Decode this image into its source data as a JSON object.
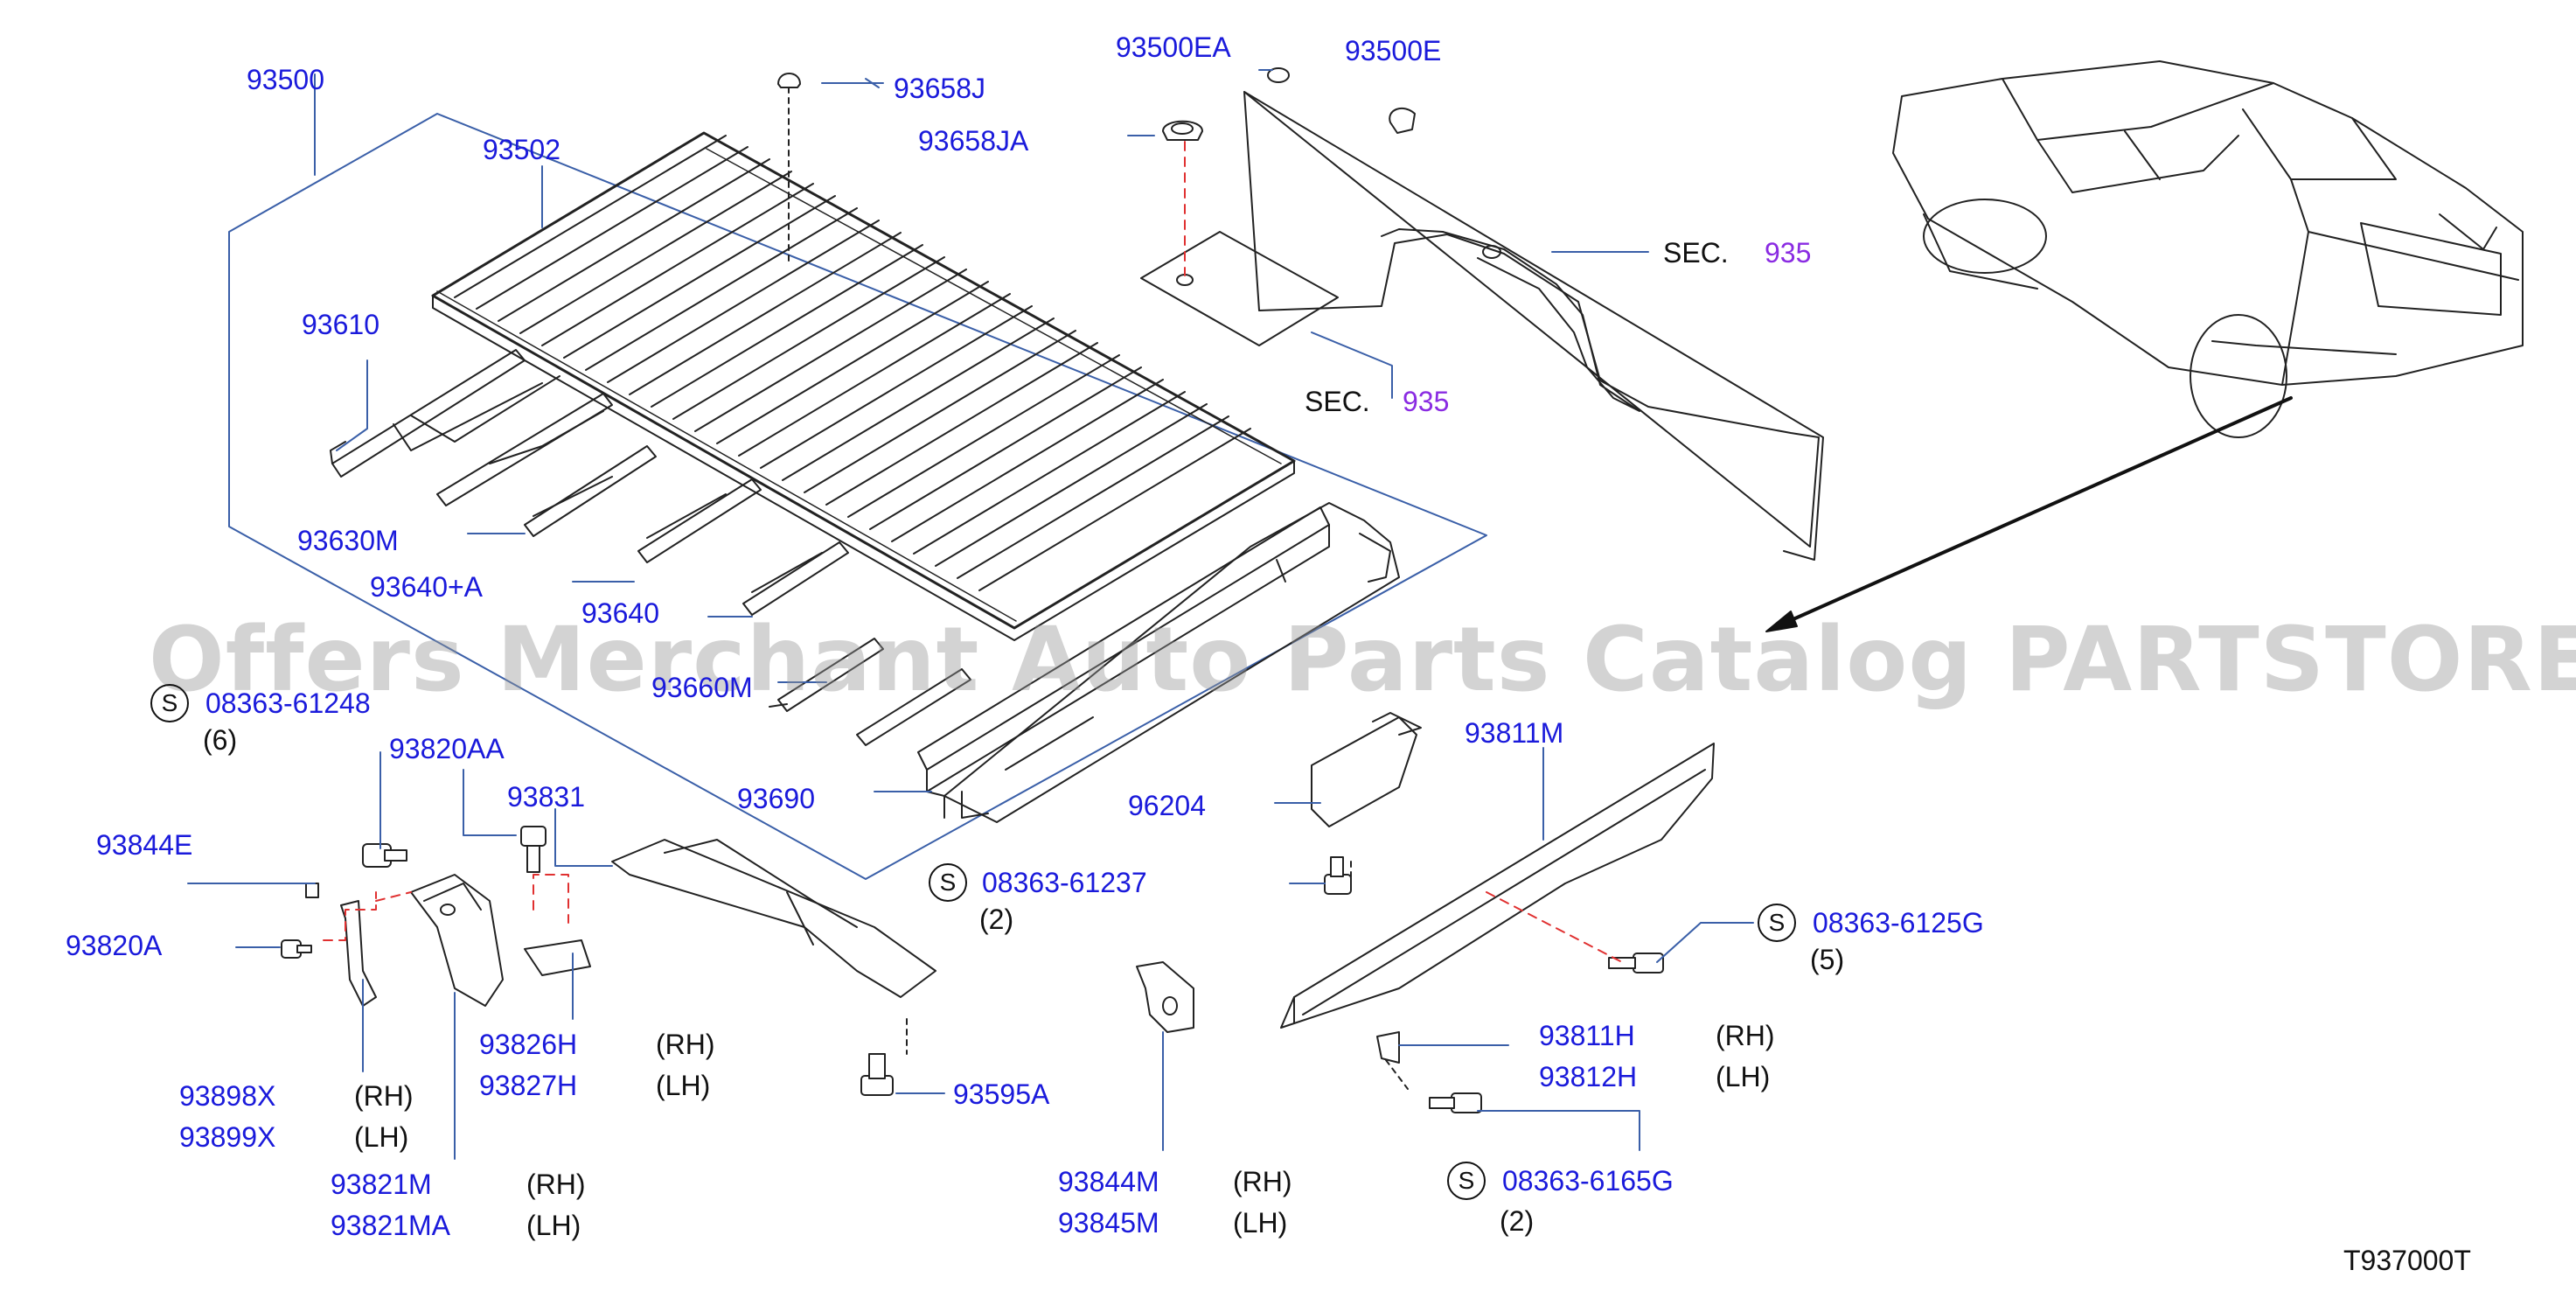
{
  "diagram_code": "T937000T",
  "watermark": "Offers Merchant Auto Parts Catalog PARTSTORE.SA",
  "colors": {
    "part_number": "#1a1adb",
    "section_ref": "#8a2be2",
    "leader": "#3a5fa8",
    "phantom": "#e03030",
    "ink": "#111111"
  },
  "sec_label": "SEC.",
  "sec_number": "935",
  "side": {
    "rh": "(RH)",
    "lh": "(LH)"
  },
  "std_symbol": "S",
  "parts": {
    "p93500": "93500",
    "p93502": "93502",
    "p93610": "93610",
    "p93630m": "93630M",
    "p93640a": "93640+A",
    "p93640": "93640",
    "p93660m": "93660M",
    "p93690": "93690",
    "p93658j": "93658J",
    "p93658ja": "93658JA",
    "p93500ea": "93500EA",
    "p93500e": "93500E",
    "p93820aa": "93820AA",
    "p93831": "93831",
    "p93844e": "93844E",
    "p93820a": "93820A",
    "p93826h": "93826H",
    "p93827h": "93827H",
    "p93898x": "93898X",
    "p93899x": "93899X",
    "p93821m": "93821M",
    "p93821ma": "93821MA",
    "p93595a": "93595A",
    "p96204": "96204",
    "p93811m": "93811M",
    "p93811h": "93811H",
    "p93812h": "93812H",
    "p93844m": "93844M",
    "p93845m": "93845M"
  },
  "bolts": {
    "b61248": {
      "number": "08363-61248",
      "qty": "(6)"
    },
    "b61237": {
      "number": "08363-61237",
      "qty": "(2)"
    },
    "b6125g": {
      "number": "08363-6125G",
      "qty": "(5)"
    },
    "b6165g": {
      "number": "08363-6165G",
      "qty": "(2)"
    }
  }
}
